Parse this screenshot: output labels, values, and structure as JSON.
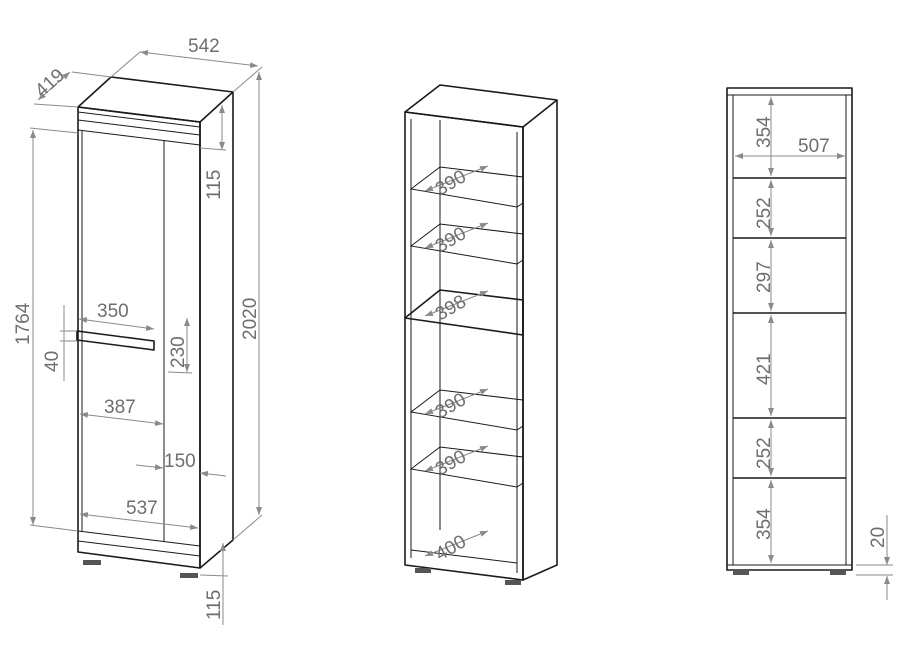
{
  "wardrobe": {
    "width": "542",
    "depth": "419",
    "height": "2020",
    "door_height": "1764",
    "top_panel": "115",
    "plinth": "115",
    "handle_width": "350",
    "handle_height": "40",
    "handle_offset": "230",
    "door_width": "387",
    "side_strip": "150",
    "inner_width": "537"
  },
  "bookcase": {
    "shelf_depths": [
      "390",
      "390",
      "398",
      "390",
      "390",
      "400"
    ]
  },
  "front_view": {
    "inner_width": "507",
    "compartments": [
      "354",
      "252",
      "297",
      "421",
      "252",
      "354"
    ],
    "foot_height": "20"
  }
}
